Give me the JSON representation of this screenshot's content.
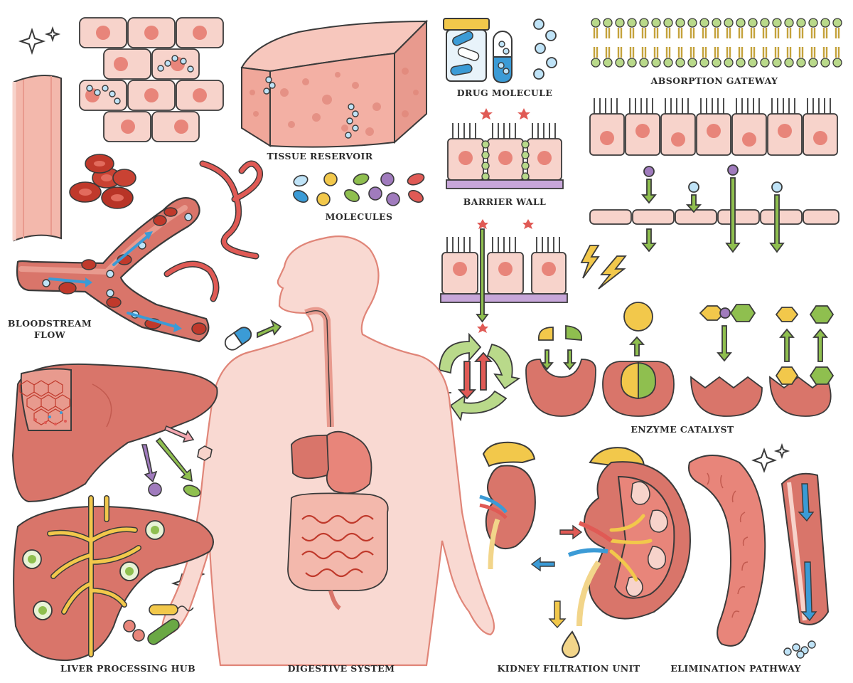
{
  "labels": {
    "tissue_reservoir": "TISSUE RESERVOIR",
    "drug_molecule": "DRUG MOLECULE",
    "absorption_gateway": "ABSORPTION GATEWAY",
    "molecules": "MOLECULES",
    "barrier_wall": "BARRIER WALL",
    "bloodstream_line1": "BLOODSTREAM",
    "bloodstream_line2": "FLOW",
    "enzyme_catalyst": "ENZYME CATALYST",
    "liver_processing_hub": "LIVER PROCESSING HUB",
    "digestive_system": "DIGESTIVE SYSTEM",
    "kidney_filtration_unit": "KIDNEY FILTRATION UNIT",
    "elimination_pathway": "ELIMINATION PATHWAY"
  },
  "colors": {
    "outline": "#3a3a3a",
    "tissue": "#f4c9c0",
    "tissue_dark": "#e89a8e",
    "nucleus": "#e8857a",
    "organ": "#d9756a",
    "blood": "#c0392b",
    "body": "#f9d9d2",
    "accent_blue": "#3b9bd6",
    "accent_green": "#8fbf4f",
    "accent_yellow": "#f2c84b",
    "accent_purple": "#a07bbd"
  }
}
